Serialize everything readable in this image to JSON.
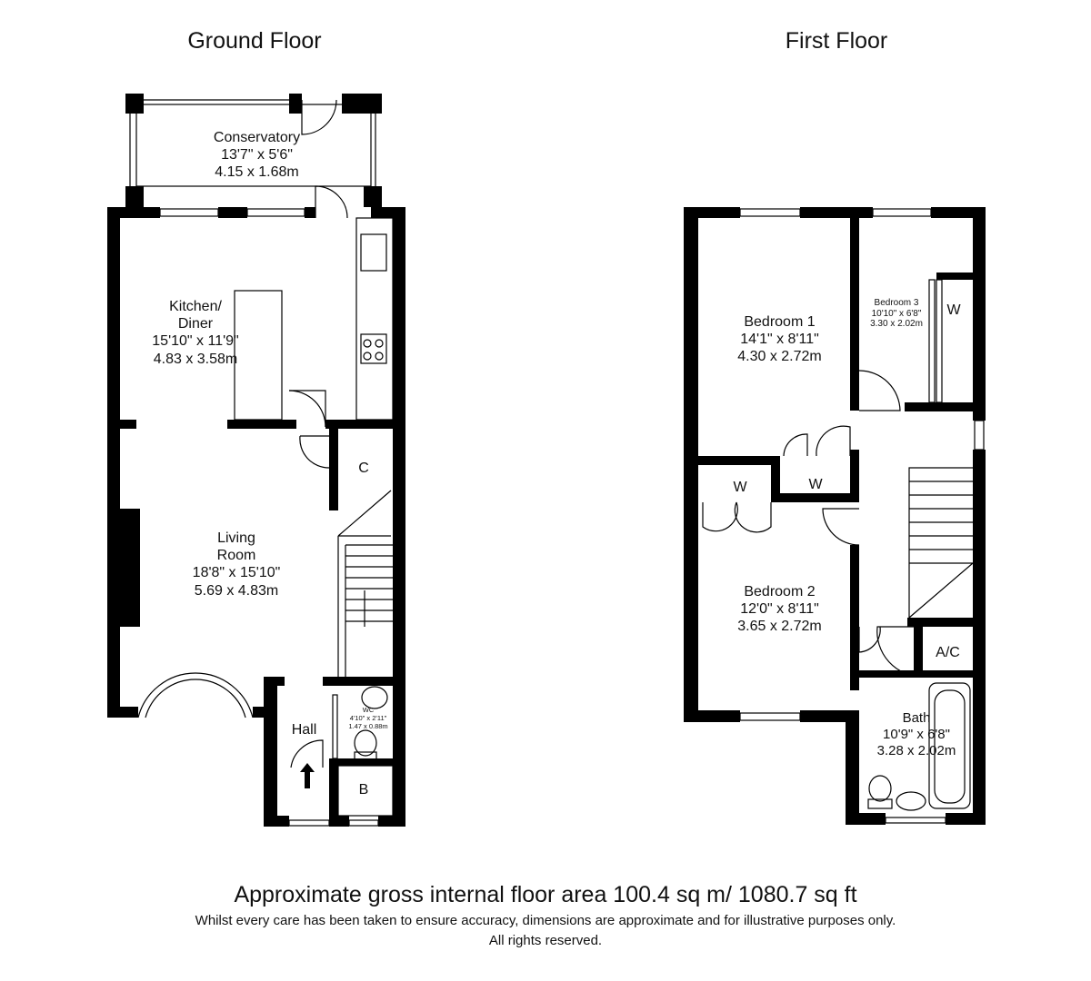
{
  "ground_floor": {
    "title": "Ground Floor",
    "rooms": {
      "conservatory": "Conservatory\n13'7\" x 5'6\"\n4.15 x 1.68m",
      "kitchen": "Kitchen/\nDiner\n15'10\" x 11'9\"\n4.83 x 3.58m",
      "living": "Living\nRoom\n18'8\" x 15'10\"\n5.69 x 4.83m",
      "cupboard": "C",
      "hall": "Hall",
      "wc": "WC\n4'10\" x 2'11\"\n1.47 x 0.88m",
      "boiler": "B"
    }
  },
  "first_floor": {
    "title": "First Floor",
    "rooms": {
      "bedroom1": "Bedroom 1\n14'1\" x 8'11\"\n4.30 x 2.72m",
      "bedroom2": "Bedroom 2\n12'0\" x 8'11\"\n3.65 x 2.72m",
      "bedroom3": "Bedroom 3\n10'10\" x 6'8\"\n3.30 x 2.02m",
      "wardrobe_b3": "W",
      "wardrobe_b2": "W",
      "wardrobe_landing": "W",
      "airing_cupboard": "A/C",
      "bath": "Bath\n10'9\" x 6'8\"\n3.28 x 2.02m"
    }
  },
  "footer": {
    "area": "Approximate gross internal floor area 100.4 sq m/ 1080.7 sq ft",
    "disclaimer": "Whilst every care has been taken to ensure accuracy, dimensions are approximate and for illustrative purposes only.",
    "rights": "All rights reserved."
  }
}
